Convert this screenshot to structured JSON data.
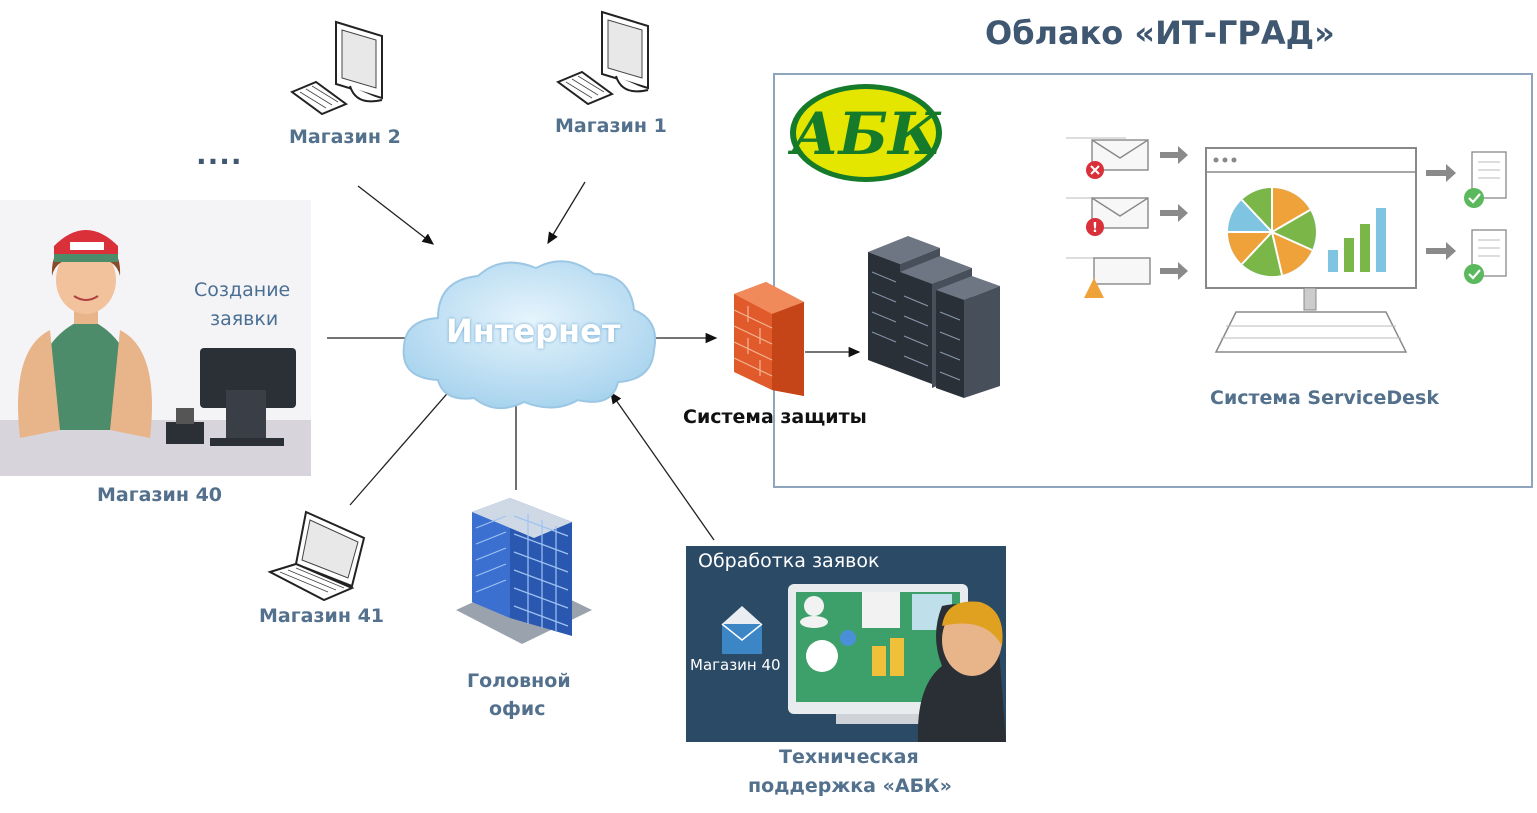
{
  "cloud": {
    "title": "Облако «ИТ-ГРАД»",
    "logo_text": "АБК",
    "servicedesk_label": "Система ServiceDesk"
  },
  "internet": {
    "label": "Интернет"
  },
  "nodes": {
    "shop2": "Магазин 2",
    "shop1": "Магазин 1",
    "ellipsis": "....",
    "create_request_line1": "Создание",
    "create_request_line2": "заявки",
    "shop40": "Магазин 40",
    "shop41": "Магазин 41",
    "head_office_line1": "Головной",
    "head_office_line2": "офис",
    "security": "Система защиты",
    "support_line1": "Техническая",
    "support_line2": "поддержка «АБК»"
  },
  "support_panel": {
    "title": "Обработка заявок",
    "store_label": "Магазин 40"
  },
  "colors": {
    "label": "#4a6f94",
    "title": "#3f5770",
    "cloud_border": "#8fa4bd",
    "logo_bg": "#e4e600",
    "logo_fg": "#157a2a",
    "firewall": "#e05a2b",
    "pie_orange": "#f0a23a",
    "pie_green": "#7ab648",
    "pie_blue": "#7fc4e0"
  }
}
